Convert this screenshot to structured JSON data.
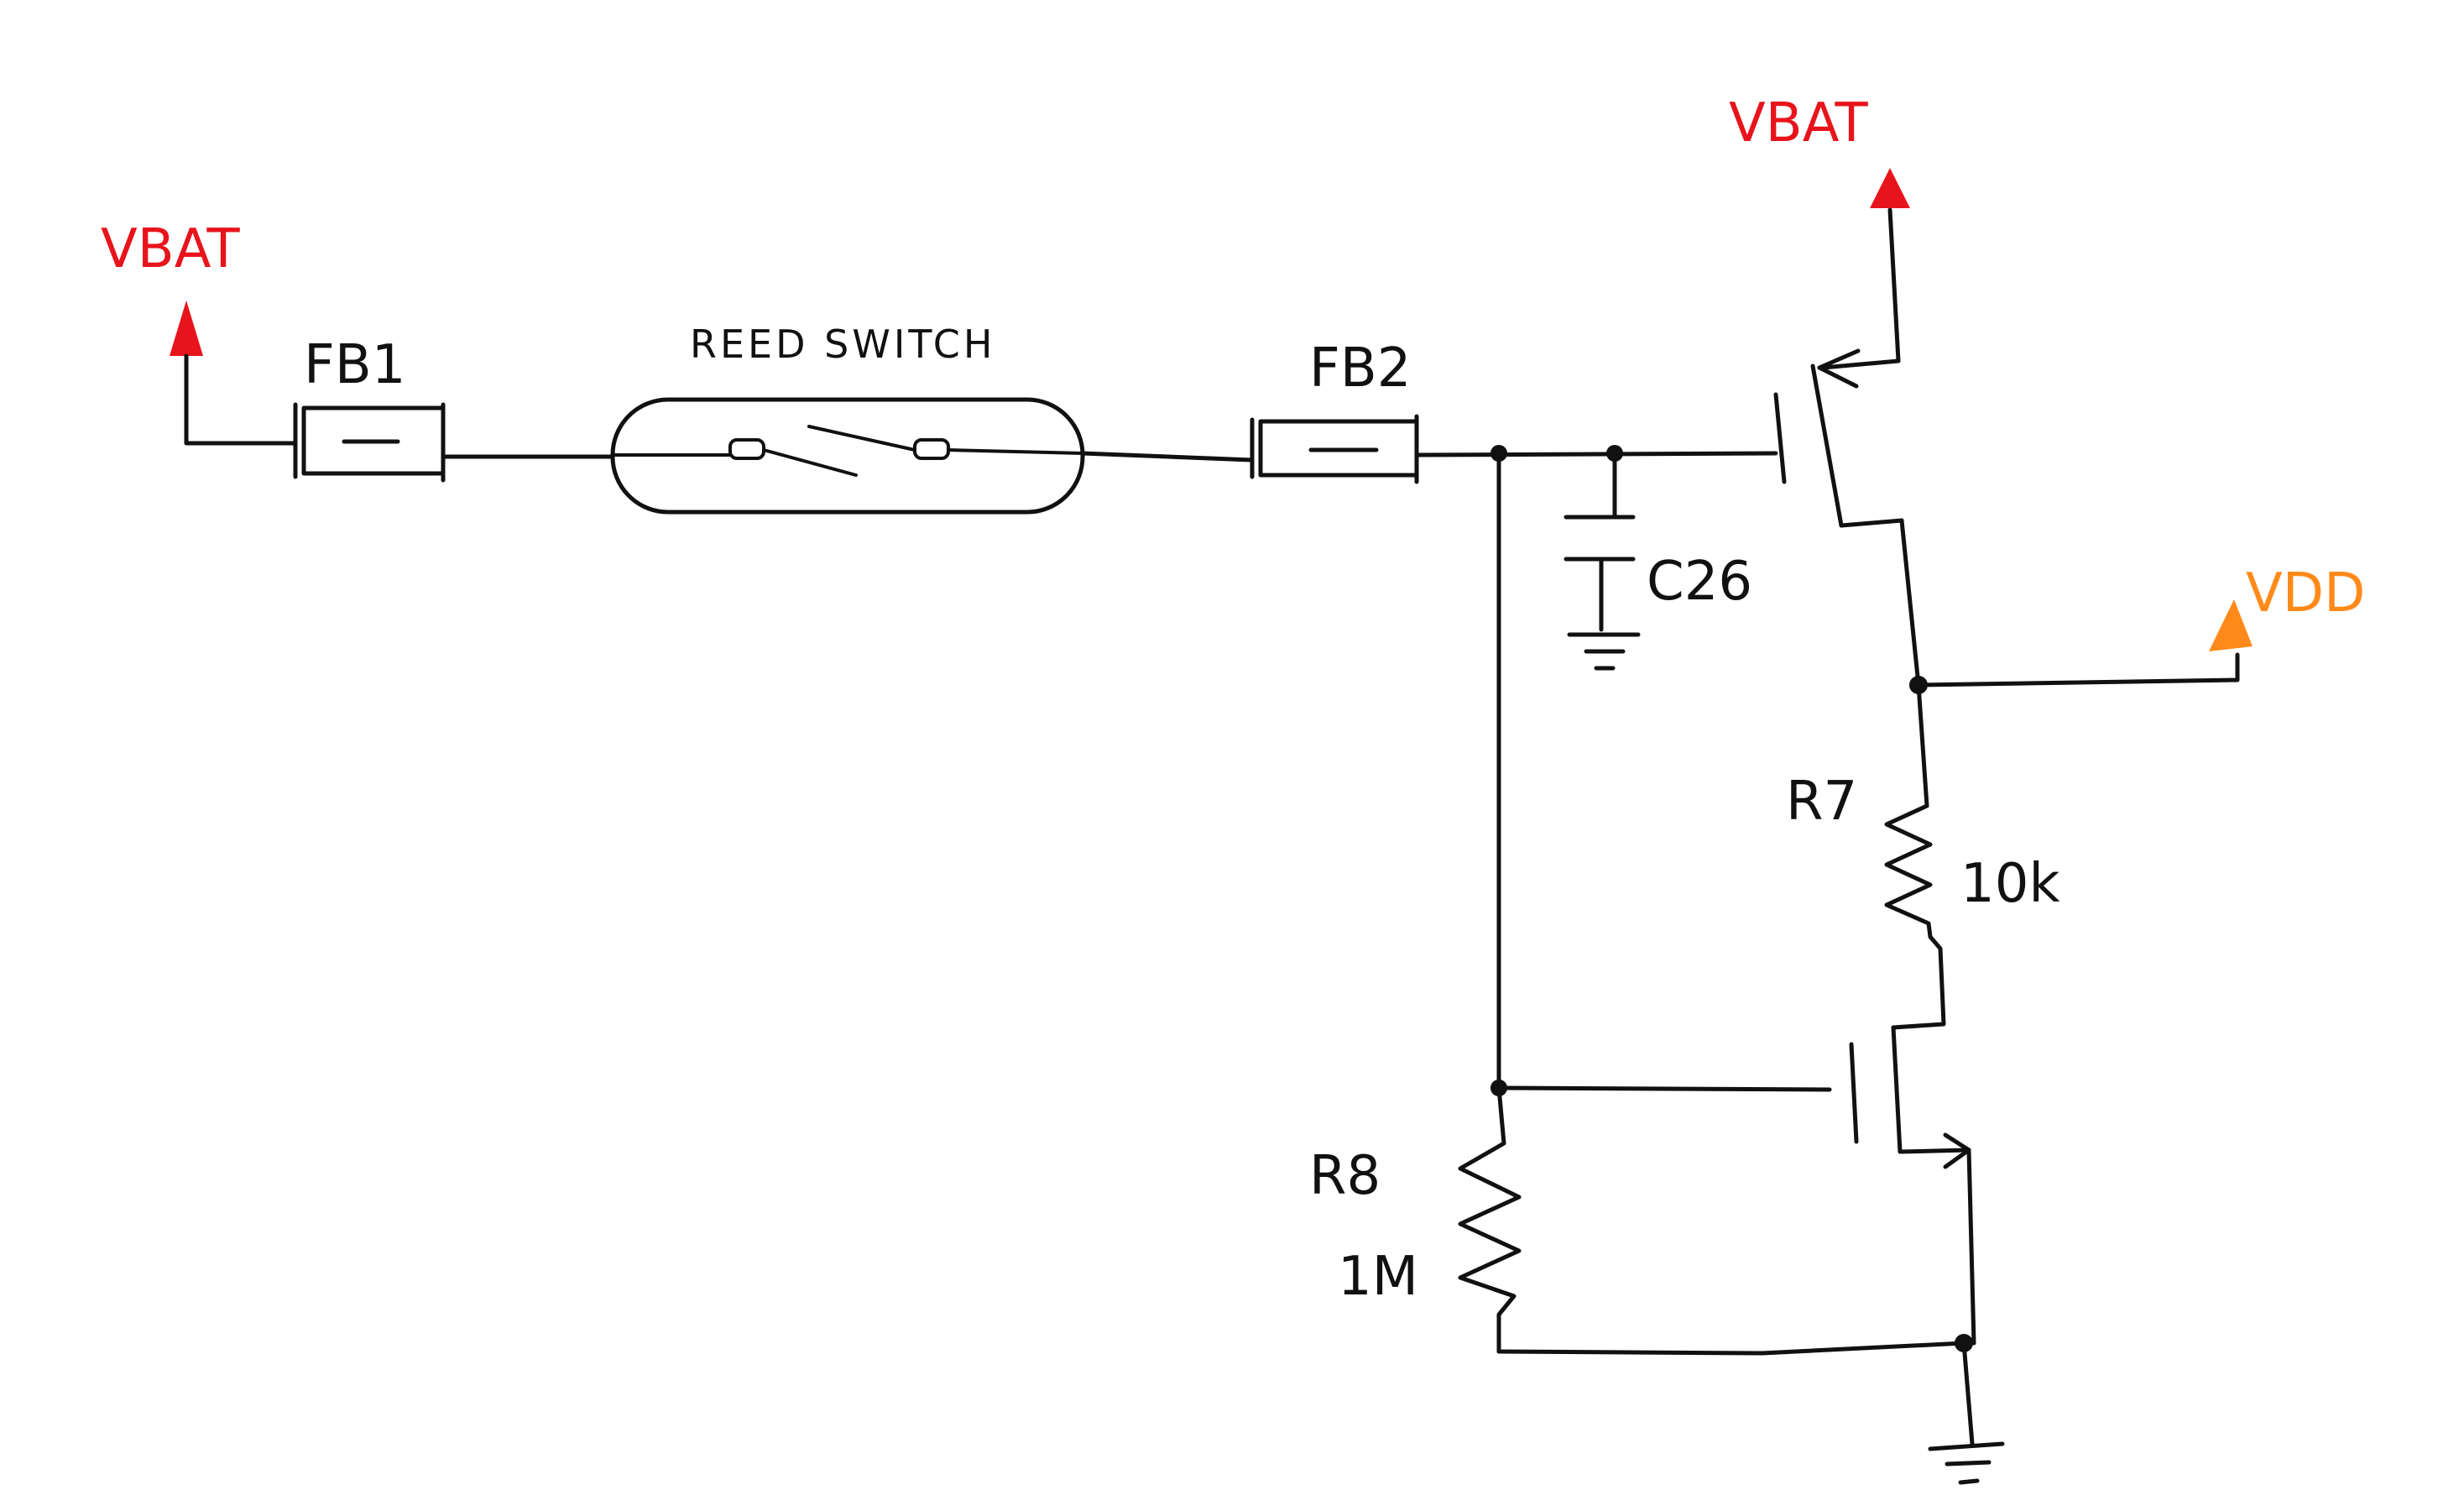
{
  "labels": {
    "vbat_left": "VBAT",
    "vbat_top": "VBAT",
    "vdd": "VDD",
    "fb1": "FB1",
    "reed_switch": "REED SWITCH",
    "fb2": "FB2",
    "c26": "C26",
    "r7": "R7",
    "r7_value": "10k",
    "r8": "R8",
    "r8_value": "1M"
  },
  "colors": {
    "vbat": "#e8141b",
    "vdd": "#ff8a1a",
    "wire": "#111111"
  }
}
